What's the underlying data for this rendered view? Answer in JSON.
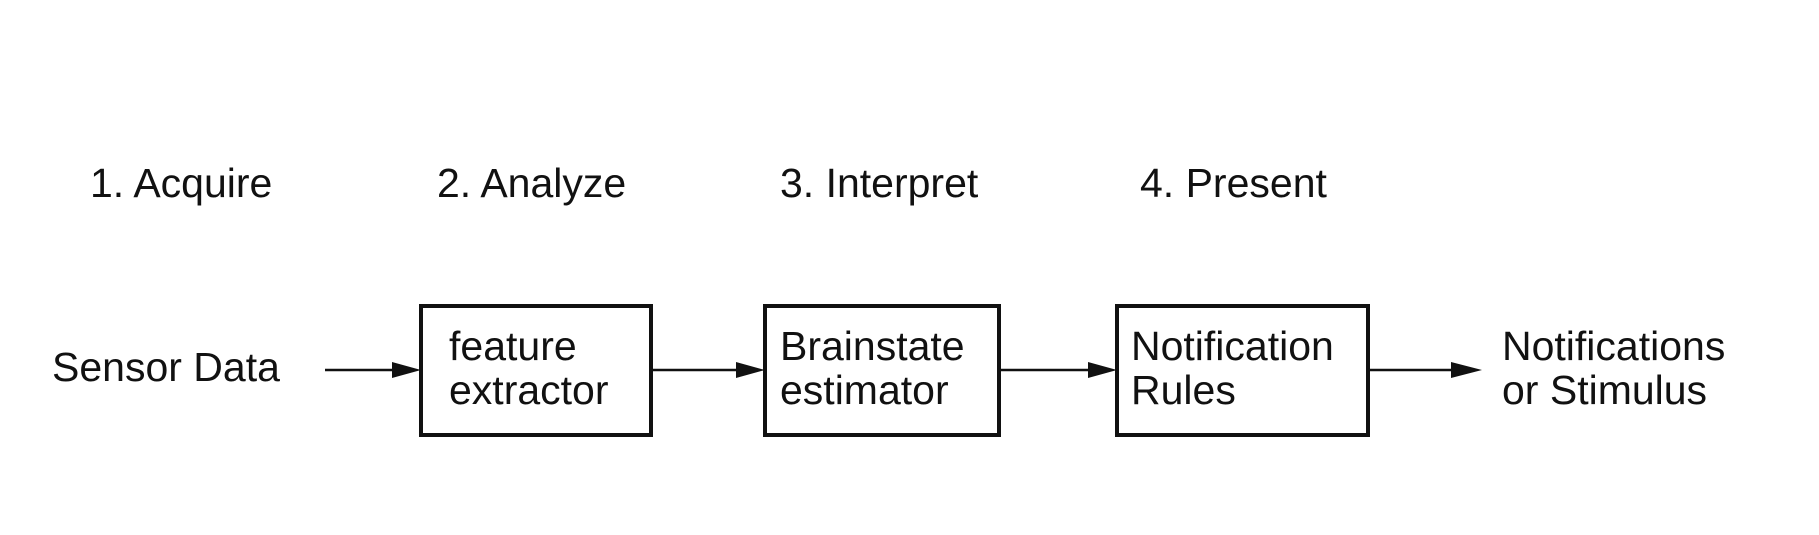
{
  "stages": [
    {
      "label": "1. Acquire"
    },
    {
      "label": "2. Analyze"
    },
    {
      "label": "3. Interpret"
    },
    {
      "label": "4. Present"
    }
  ],
  "input": {
    "lines": [
      "Sensor Data"
    ]
  },
  "boxes": [
    {
      "lines": [
        "feature",
        "extractor"
      ]
    },
    {
      "lines": [
        "Brainstate",
        "estimator"
      ]
    },
    {
      "lines": [
        "Notification",
        "Rules"
      ]
    }
  ],
  "output": {
    "lines": [
      "Notifications",
      "or Stimulus"
    ]
  },
  "colors": {
    "ink": "#111111",
    "background": "#ffffff"
  }
}
